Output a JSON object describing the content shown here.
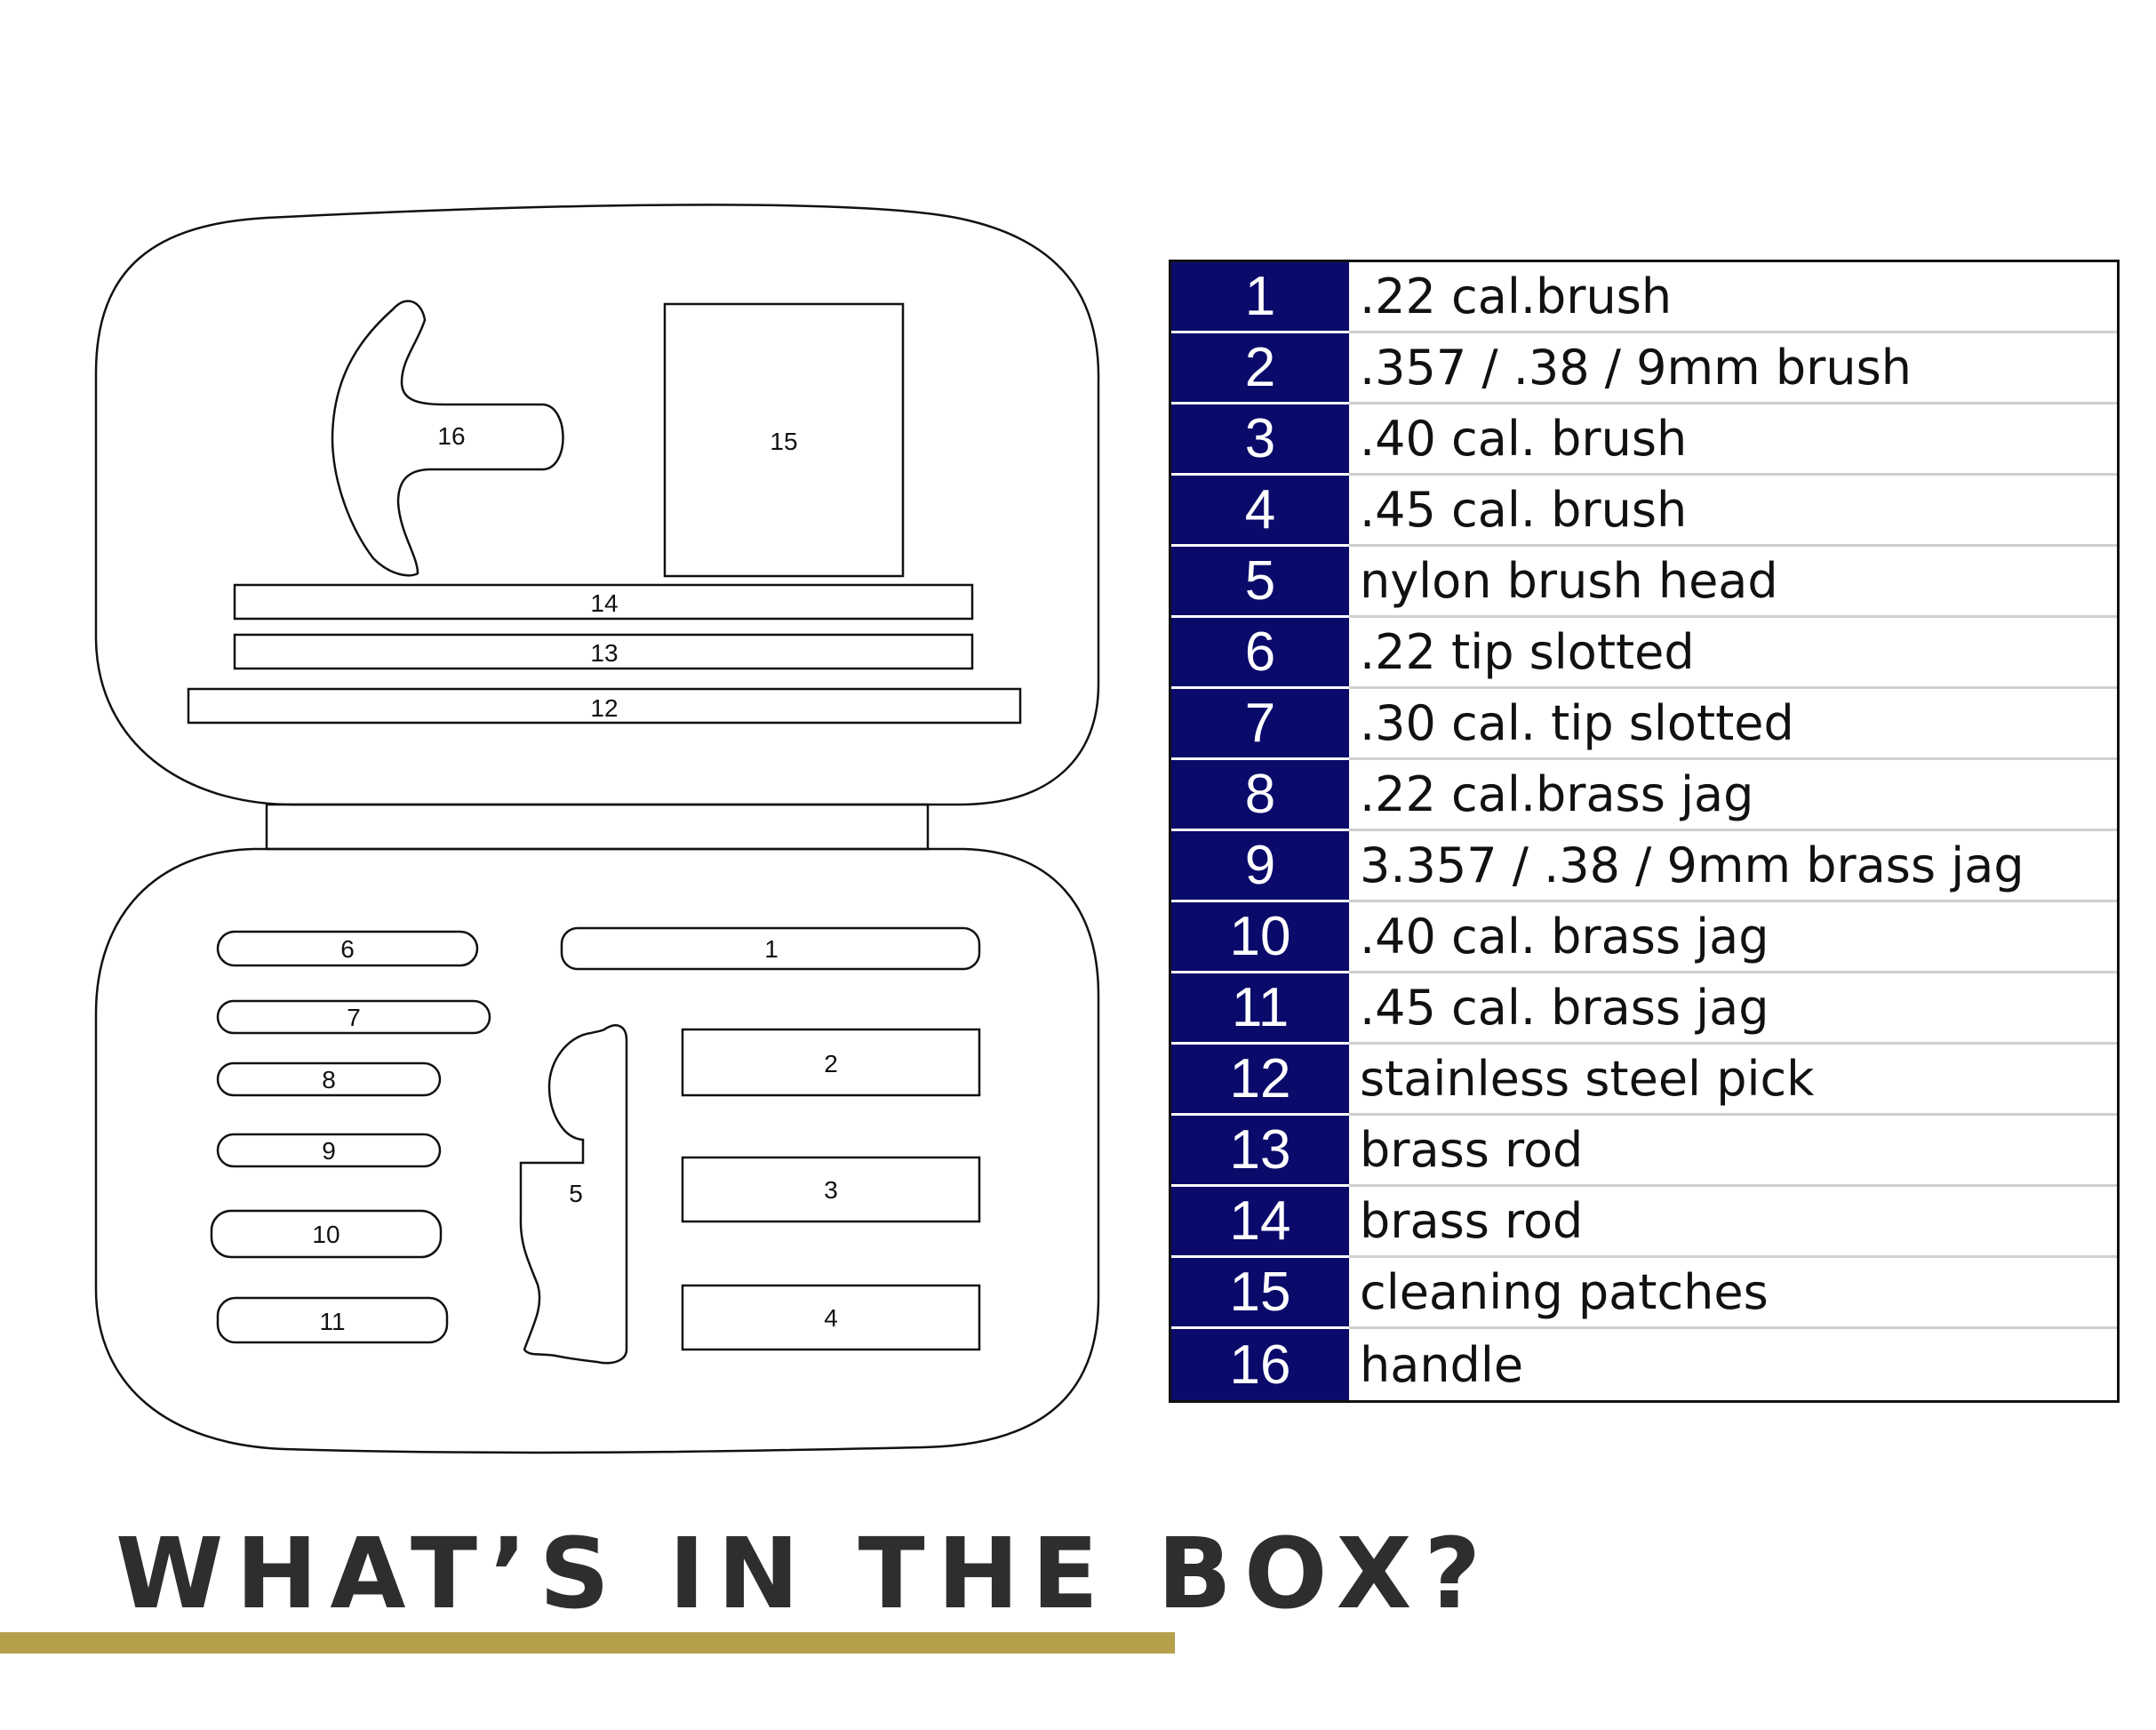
{
  "title": "WHAT’S IN THE BOX?",
  "colors": {
    "number_bg": "#0a0a6b",
    "underline": "#b59f4a",
    "title_text": "#2e2e2e"
  },
  "callouts": {
    "c16": "16",
    "c15": "15",
    "c14": "14",
    "c13": "13",
    "c12": "12",
    "c6": "6",
    "c1": "1",
    "c7": "7",
    "c8": "8",
    "c2": "2",
    "c9": "9",
    "c5": "5",
    "c3": "3",
    "c10": "10",
    "c11": "11",
    "c4": "4"
  },
  "legend": [
    {
      "number": "1",
      "label": ".22 cal.brush"
    },
    {
      "number": "2",
      "label": ".357 / .38 / 9mm brush"
    },
    {
      "number": "3",
      "label": ".40 cal. brush"
    },
    {
      "number": "4",
      "label": ".45 cal. brush"
    },
    {
      "number": "5",
      "label": "nylon brush head"
    },
    {
      "number": "6",
      "label": ".22 tip slotted"
    },
    {
      "number": "7",
      "label": ".30 cal. tip slotted"
    },
    {
      "number": "8",
      "label": ".22 cal.brass jag"
    },
    {
      "number": "9",
      "label": "3.357 / .38 / 9mm brass jag"
    },
    {
      "number": "10",
      "label": ".40 cal. brass jag"
    },
    {
      "number": "11",
      "label": ".45 cal. brass jag"
    },
    {
      "number": "12",
      "label": "stainless steel pick"
    },
    {
      "number": "13",
      "label": "brass rod"
    },
    {
      "number": "14",
      "label": "brass rod"
    },
    {
      "number": "15",
      "label": "cleaning patches"
    },
    {
      "number": "16",
      "label": "handle"
    }
  ]
}
